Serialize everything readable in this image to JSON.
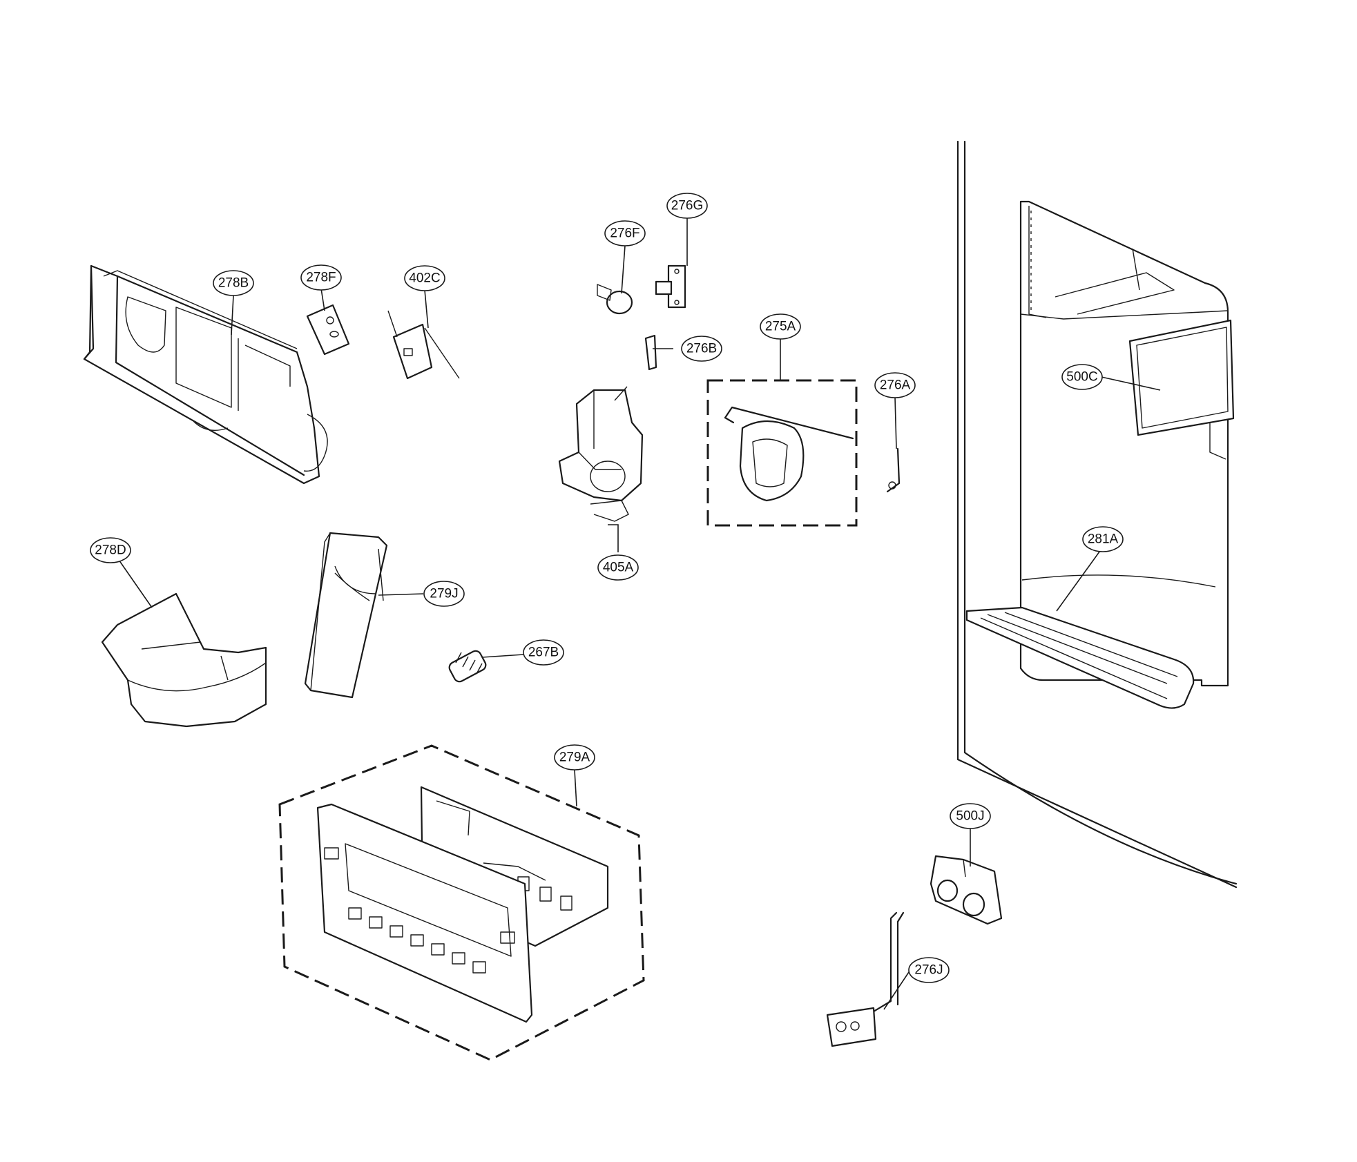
{
  "diagram": {
    "callouts": [
      {
        "id": "278b",
        "label": "278B"
      },
      {
        "id": "278f",
        "label": "278F"
      },
      {
        "id": "402c",
        "label": "402C"
      },
      {
        "id": "276f",
        "label": "276F"
      },
      {
        "id": "276g",
        "label": "276G"
      },
      {
        "id": "276b",
        "label": "276B"
      },
      {
        "id": "275a",
        "label": "275A"
      },
      {
        "id": "276a",
        "label": "276A"
      },
      {
        "id": "500c",
        "label": "500C"
      },
      {
        "id": "405a",
        "label": "405A"
      },
      {
        "id": "278d",
        "label": "278D"
      },
      {
        "id": "279j",
        "label": "279J"
      },
      {
        "id": "267b",
        "label": "267B"
      },
      {
        "id": "281a",
        "label": "281A"
      },
      {
        "id": "279a",
        "label": "279A"
      },
      {
        "id": "500j",
        "label": "500J"
      },
      {
        "id": "276j",
        "label": "276J"
      }
    ]
  }
}
